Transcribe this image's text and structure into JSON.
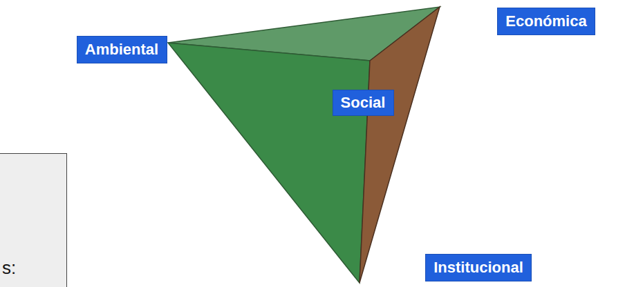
{
  "diagram": {
    "nodes": [
      {
        "text": [
          "Ambiental"
        ]
      },
      {
        "text": [
          "Económica"
        ]
      },
      {
        "text": [
          "Social"
        ]
      },
      {
        "text": [
          "s:"
        ]
      },
      {
        "text": [
          "Institucional"
        ]
      }
    ]
  }
}
